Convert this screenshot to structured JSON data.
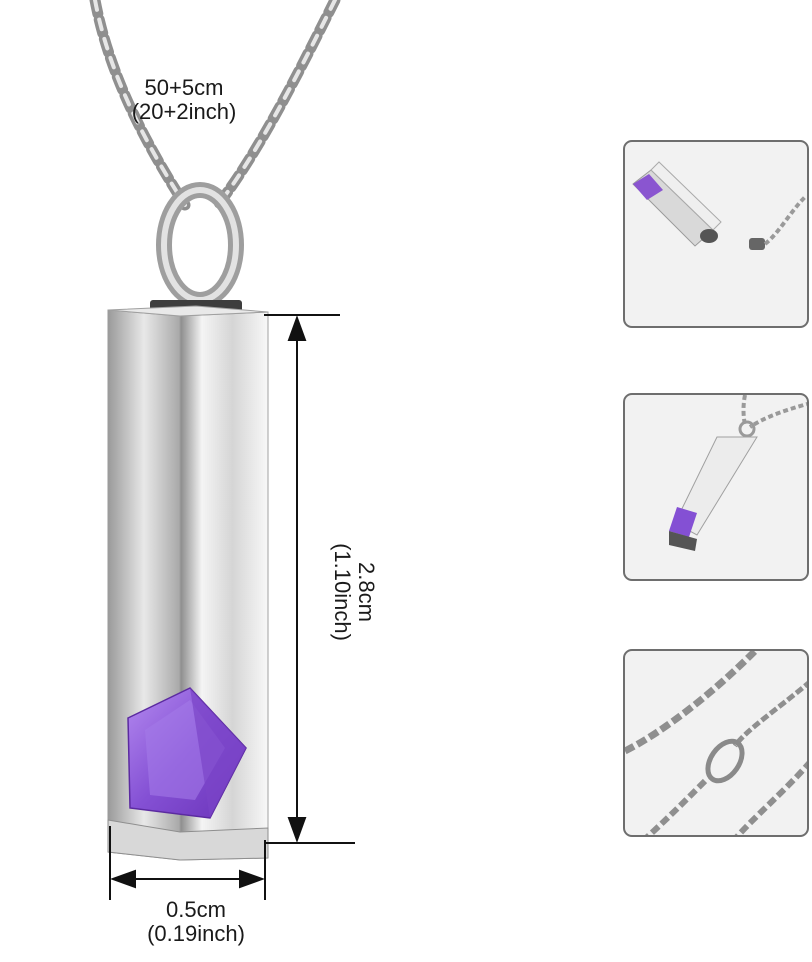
{
  "dimensions": {
    "chain_length": "50+5cm",
    "chain_length_inch": "(20+2inch)",
    "height": "2.8cm",
    "height_inch": "(1.10inch)",
    "width": "0.5cm",
    "width_inch": "(0.19inch)"
  },
  "colors": {
    "steel": "#c9c9c9",
    "gem": "#8e5fd8",
    "frame": "#6e6e6e"
  },
  "thumbnails": [
    {
      "name": "pendant-open-view"
    },
    {
      "name": "pendant-front-view"
    },
    {
      "name": "chain-clasp-view"
    }
  ]
}
